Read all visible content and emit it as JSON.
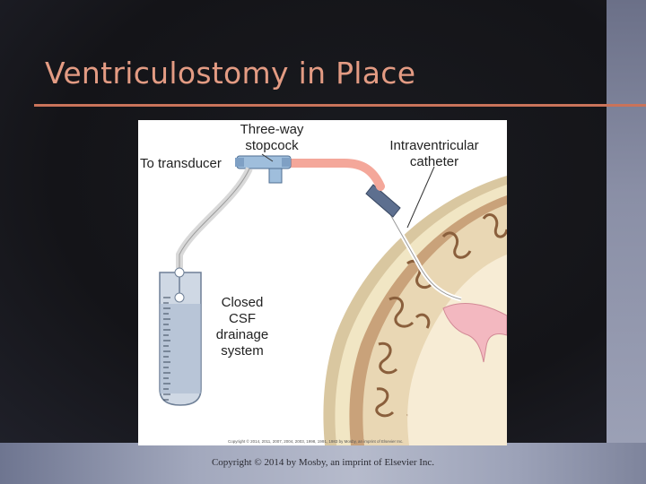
{
  "slide": {
    "title": "Ventriculostomy in Place",
    "footer": "Copyright © 2014 by Mosby, an imprint of Elsevier Inc."
  },
  "figure": {
    "labels": {
      "stopcock_line1": "Three-way",
      "stopcock_line2": "stopcock",
      "transducer": "To transducer",
      "catheter_line1": "Intraventricular",
      "catheter_line2": "catheter",
      "drainage_line1": "Closed",
      "drainage_line2": "CSF",
      "drainage_line3": "drainage",
      "drainage_line4": "system"
    },
    "fine_print": "Copyright © 2014, 2011, 2007, 2004, 2003, 1998, 1991, 1983 by Mosby, an imprint of Elsevier Inc."
  },
  "colors": {
    "title": "#e39b83",
    "rule": "#c9735a",
    "tubing": "#f4a79a",
    "brain_skull": "#e8d9b0",
    "ventricle": "#f3b8c0"
  }
}
